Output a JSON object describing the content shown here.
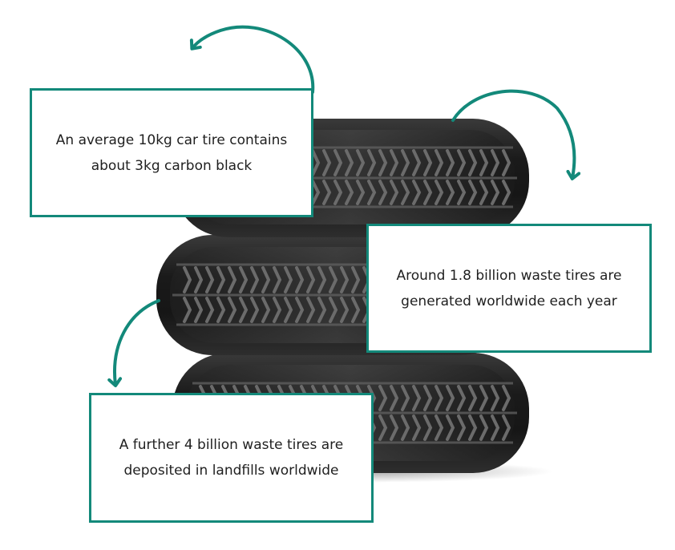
{
  "colors": {
    "accent": "#13897a",
    "tire_dark": "#121212",
    "tire_mid": "#2c2c2c",
    "tread_line": "#5a5a5a"
  },
  "icons": [
    "curved-arrow-icon"
  ],
  "callouts": [
    {
      "line1": "An average 10kg car tire contains",
      "line2": "about 3kg carbon black"
    },
    {
      "line1": "Around 1.8 billion waste tires are",
      "line2": "generated worldwide each year"
    },
    {
      "line1": "A further 4 billion waste tires are",
      "line2": "deposited in landfills worldwide"
    }
  ]
}
